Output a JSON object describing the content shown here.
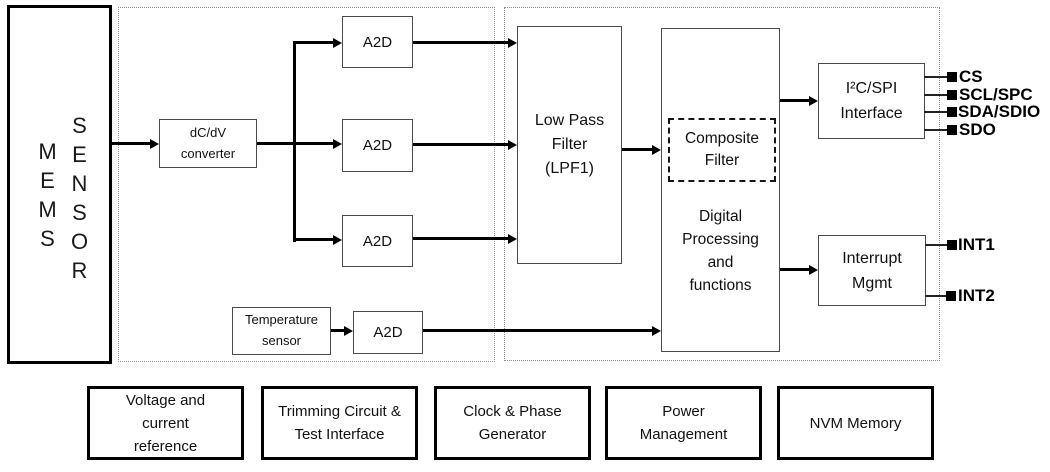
{
  "colors": {
    "line": "#000000",
    "thin_box_border": "#4a4a4a",
    "thick_box_border": "#000000",
    "region_dotted_border": "#8d8d8d",
    "composite_dashed_border": "#161616",
    "text": "#111111",
    "background": "#ffffff"
  },
  "mems_sensor": {
    "column1": "MEMS",
    "column2": "SENSOR"
  },
  "blocks": {
    "dcdv": "dC/dV converter",
    "a2d_1": "A2D",
    "a2d_2": "A2D",
    "a2d_3": "A2D",
    "a2d_temp": "A2D",
    "temperature": "Temperature sensor",
    "lpf": "Low Pass Filter (LPF1)",
    "composite": "Composite Filter",
    "digital": "Digital Processing and functions",
    "i2c": "I²C/SPI Interface",
    "interrupt": "Interrupt Mgmt"
  },
  "pins": [
    {
      "label": "CS"
    },
    {
      "label": "SCL/SPC"
    },
    {
      "label": "SDA/SDIO"
    },
    {
      "label": "SDO"
    },
    {
      "label": "INT1"
    },
    {
      "label": "INT2"
    }
  ],
  "bottom_blocks": [
    {
      "label": "Voltage and current reference"
    },
    {
      "label": "Trimming Circuit & Test Interface"
    },
    {
      "label": "Clock & Phase Generator"
    },
    {
      "label": "Power Management"
    },
    {
      "label": "NVM Memory"
    }
  ]
}
